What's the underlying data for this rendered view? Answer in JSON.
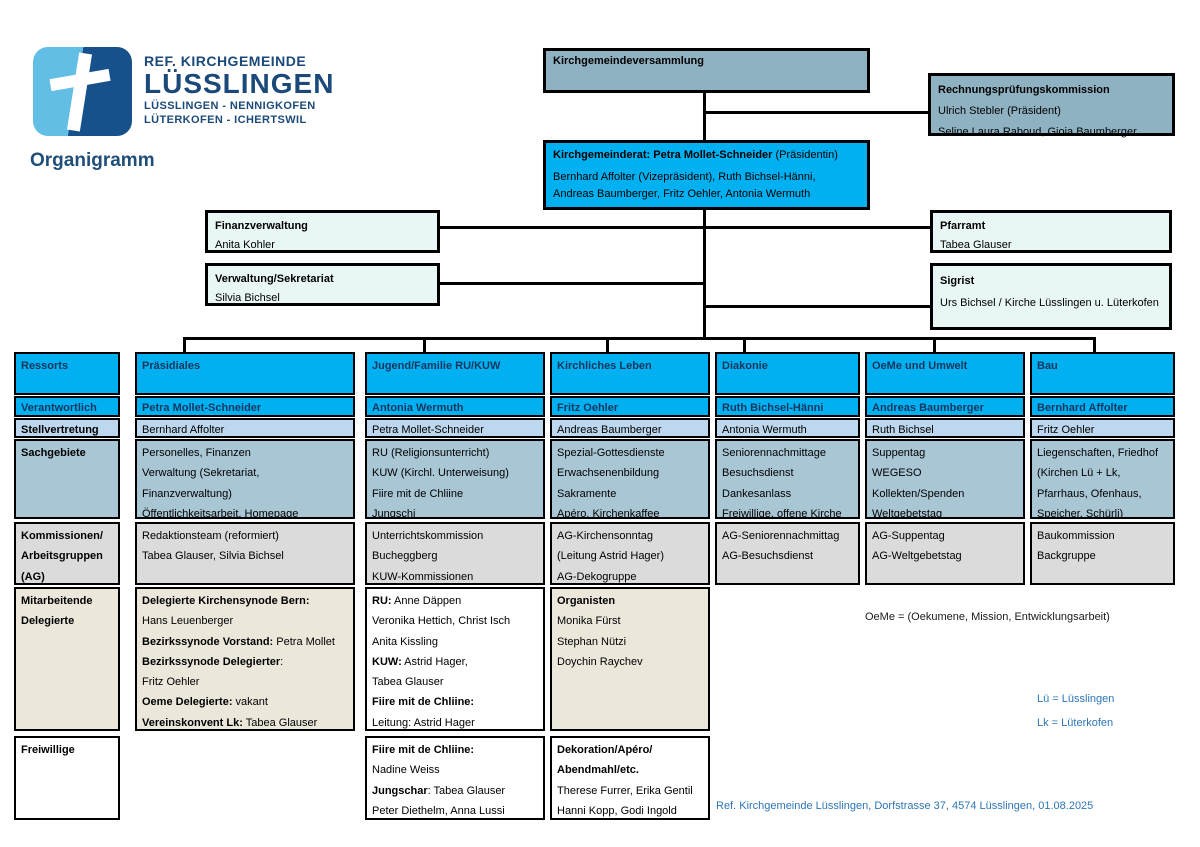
{
  "logo": {
    "line1": "REF. KIRCHGEMEINDE",
    "line2": "LÜSSLINGEN",
    "line3": "LÜSSLINGEN - NENNIGKOFEN",
    "line4": "LÜTERKOFEN - ICHERTSWIL"
  },
  "page_title": "Organigramm",
  "colors": {
    "accent_cyan": "#00B0F0",
    "light_blue": "#BDD7EE",
    "steel_blue": "#A9C6D5",
    "top_box_blue": "#8FB2C3",
    "pale_azure": "#E9F6F6",
    "gray": "#DBDBDB",
    "beige": "#EBE8DB",
    "navy_text": "#17365D",
    "blue_note": "#2E75B6"
  },
  "org": {
    "versammlung": {
      "title": "Kirchgemeindeversammlung"
    },
    "rechnung": {
      "title": "Rechnungsprüfungskommission",
      "line1": "Ulrich Stebler (Präsident)",
      "line2": "Seline Laura Raboud, Gioia Baumberger"
    },
    "rat": {
      "title_bold": "Kirchgemeinderat: Petra Mollet-Schneider",
      "title_rest": " (Präsidentin)",
      "line2": "Bernhard Affolter (Vizepräsident), Ruth Bichsel-Hänni,",
      "line3": "Andreas Baumberger, Fritz Oehler, Antonia Wermuth"
    },
    "finanz": {
      "title": "Finanzverwaltung",
      "person": "Anita Kohler"
    },
    "verwaltung": {
      "title": "Verwaltung/Sekretariat",
      "person": "Silvia Bichsel"
    },
    "pfarramt": {
      "title": "Pfarramt",
      "person": "Tabea Glauser"
    },
    "sigrist": {
      "title": "Sigrist",
      "person": "Urs Bichsel / Kirche Lüsslingen u. Lüterkofen"
    }
  },
  "table": {
    "columns": [
      {
        "id": "ressorts",
        "cells": {
          "head": {
            "bg": "cyan",
            "lines": [
              [
                {
                  "t": "Ressorts",
                  "b": true
                }
              ]
            ]
          },
          "verant": {
            "bg": "cyan",
            "lines": [
              [
                {
                  "t": "Verantwortlich",
                  "b": true
                }
              ]
            ]
          },
          "stell": {
            "bg": "lblue",
            "lines": [
              [
                {
                  "t": "Stellvertretung",
                  "b": true
                }
              ]
            ]
          },
          "sach": {
            "bg": "steel",
            "lines": [
              [
                {
                  "t": "Sachgebiete",
                  "b": true
                }
              ]
            ]
          },
          "komm": {
            "bg": "gray",
            "lines": [
              [
                {
                  "t": "Kommissionen/",
                  "b": true
                }
              ],
              [
                {
                  "t": "Arbeitsgruppen",
                  "b": true
                }
              ],
              [
                {
                  "t": "(AG)",
                  "b": true
                }
              ]
            ]
          },
          "mita": {
            "bg": "beige",
            "lines": [
              [
                {
                  "t": "Mitarbeitende",
                  "b": true
                }
              ],
              [
                {
                  "t": "Delegierte",
                  "b": true
                }
              ]
            ]
          },
          "frei": {
            "bg": "white",
            "lines": [
              [
                {
                  "t": "Freiwillige",
                  "b": true
                }
              ]
            ]
          }
        }
      },
      {
        "id": "praesidiales",
        "cells": {
          "head": {
            "bg": "cyan",
            "lines": [
              [
                {
                  "t": "Präsidiales",
                  "b": true
                }
              ]
            ]
          },
          "verant": {
            "bg": "cyan",
            "lines": [
              [
                {
                  "t": "Petra Mollet-Schneider",
                  "b": true
                }
              ]
            ]
          },
          "stell": {
            "bg": "lblue",
            "lines": [
              [
                {
                  "t": "Bernhard Affolter"
                }
              ]
            ]
          },
          "sach": {
            "bg": "steel",
            "lines": [
              [
                {
                  "t": "Personelles, Finanzen"
                }
              ],
              [
                {
                  "t": "Verwaltung (Sekretariat,"
                }
              ],
              [
                {
                  "t": "Finanzverwaltung)"
                }
              ],
              [
                {
                  "t": "Öffentlichkeitsarbeit, Homepage"
                }
              ]
            ]
          },
          "komm": {
            "bg": "gray",
            "lines": [
              [
                {
                  "t": "Redaktionsteam (reformiert)"
                }
              ],
              [
                {
                  "t": "Tabea Glauser, Silvia Bichsel"
                }
              ]
            ]
          },
          "mita": {
            "bg": "beige",
            "lines": [
              [
                {
                  "t": "Delegierte Kirchensynode Bern:",
                  "b": true
                }
              ],
              [
                {
                  "t": "Hans Leuenberger"
                }
              ],
              [
                {
                  "t": "Bezirkssynode Vorstand:",
                  "b": true
                },
                {
                  "t": " Petra Mollet"
                }
              ],
              [
                {
                  "t": "Bezirkssynode Delegierter",
                  "b": true
                },
                {
                  "t": ":"
                }
              ],
              [
                {
                  "t": "Fritz Oehler"
                }
              ],
              [
                {
                  "t": "Oeme Delegierte:",
                  "b": true
                },
                {
                  "t": " vakant"
                }
              ],
              [
                {
                  "t": "Vereinskonvent Lk:",
                  "b": true
                },
                {
                  "t": " Tabea Glauser"
                }
              ]
            ]
          }
        }
      },
      {
        "id": "jugend-familie",
        "cells": {
          "head": {
            "bg": "cyan",
            "lines": [
              [
                {
                  "t": "Jugend/Familie RU/KUW",
                  "b": true
                }
              ]
            ]
          },
          "verant": {
            "bg": "cyan",
            "lines": [
              [
                {
                  "t": "Antonia Wermuth",
                  "b": true
                }
              ]
            ]
          },
          "stell": {
            "bg": "lblue",
            "lines": [
              [
                {
                  "t": "Petra Mollet-Schneider"
                }
              ]
            ]
          },
          "sach": {
            "bg": "steel",
            "lines": [
              [
                {
                  "t": "RU (Religionsunterricht)"
                }
              ],
              [
                {
                  "t": "KUW (Kirchl. Unterweisung)"
                }
              ],
              [
                {
                  "t": "Fiire mit de Chliine"
                }
              ],
              [
                {
                  "t": "Jungschi"
                }
              ]
            ]
          },
          "komm": {
            "bg": "gray",
            "lines": [
              [
                {
                  "t": "Unterrichtskommission"
                }
              ],
              [
                {
                  "t": "Bucheggberg"
                }
              ],
              [
                {
                  "t": "KUW-Kommissionen"
                }
              ]
            ]
          },
          "mita": {
            "bg": "white",
            "lines": [
              [
                {
                  "t": "RU:",
                  "b": true
                },
                {
                  "t": " Anne Däppen"
                }
              ],
              [
                {
                  "t": "Veronika Hettich, Christ Isch"
                }
              ],
              [
                {
                  "t": "Anita Kissling"
                }
              ],
              [
                {
                  "t": "KUW:",
                  "b": true
                },
                {
                  "t": " Astrid Hager,"
                }
              ],
              [
                {
                  "t": "Tabea Glauser"
                }
              ],
              [
                {
                  "t": "Fiire mit de Chliine:",
                  "b": true
                }
              ],
              [
                {
                  "t": "Leitung: Astrid Hager"
                }
              ]
            ]
          },
          "frei": {
            "bg": "white",
            "lines": [
              [
                {
                  "t": "Fiire mit de Chliine:",
                  "b": true
                }
              ],
              [
                {
                  "t": "Nadine Weiss"
                }
              ],
              [
                {
                  "t": "Jungschar",
                  "b": true
                },
                {
                  "t": ": Tabea Glauser"
                }
              ],
              [
                {
                  "t": "Peter Diethelm, Anna Lussi"
                }
              ]
            ]
          }
        }
      },
      {
        "id": "kirchliches-leben",
        "cells": {
          "head": {
            "bg": "cyan",
            "lines": [
              [
                {
                  "t": "Kirchliches Leben",
                  "b": true
                }
              ]
            ]
          },
          "verant": {
            "bg": "cyan",
            "lines": [
              [
                {
                  "t": "Fritz Oehler",
                  "b": true
                }
              ]
            ]
          },
          "stell": {
            "bg": "lblue",
            "lines": [
              [
                {
                  "t": "Andreas Baumberger"
                }
              ]
            ]
          },
          "sach": {
            "bg": "steel",
            "lines": [
              [
                {
                  "t": "Spezial-Gottesdienste"
                }
              ],
              [
                {
                  "t": "Erwachsenenbildung"
                }
              ],
              [
                {
                  "t": "Sakramente"
                }
              ],
              [
                {
                  "t": "Apéro, Kirchenkaffee"
                }
              ]
            ]
          },
          "komm": {
            "bg": "gray",
            "lines": [
              [
                {
                  "t": "AG-Kirchensonntag"
                }
              ],
              [
                {
                  "t": "(Leitung Astrid Hager)"
                }
              ],
              [
                {
                  "t": "AG-Dekogruppe"
                }
              ]
            ]
          },
          "mita": {
            "bg": "beige",
            "lines": [
              [
                {
                  "t": "Organisten",
                  "b": true
                }
              ],
              [
                {
                  "t": "Monika Fürst"
                }
              ],
              [
                {
                  "t": "Stephan Nützi"
                }
              ],
              [
                {
                  "t": "Doychin Raychev"
                }
              ]
            ]
          },
          "frei": {
            "bg": "white",
            "lines": [
              [
                {
                  "t": "Dekoration/Apéro/",
                  "b": true
                }
              ],
              [
                {
                  "t": "Abendmahl/etc.",
                  "b": true
                }
              ],
              [
                {
                  "t": "Therese Furrer, Erika Gentil"
                }
              ],
              [
                {
                  "t": "Hanni Kopp, Godi Ingold"
                }
              ]
            ]
          }
        }
      },
      {
        "id": "diakonie",
        "cells": {
          "head": {
            "bg": "cyan",
            "lines": [
              [
                {
                  "t": "Diakonie",
                  "b": true
                }
              ]
            ]
          },
          "verant": {
            "bg": "cyan",
            "lines": [
              [
                {
                  "t": "Ruth Bichsel-Hänni",
                  "b": true
                }
              ]
            ]
          },
          "stell": {
            "bg": "lblue",
            "lines": [
              [
                {
                  "t": "Antonia Wermuth"
                }
              ]
            ]
          },
          "sach": {
            "bg": "steel",
            "lines": [
              [
                {
                  "t": "Seniorennachmittage"
                }
              ],
              [
                {
                  "t": "Besuchsdienst"
                }
              ],
              [
                {
                  "t": "Dankesanlass"
                }
              ],
              [
                {
                  "t": "Freiwillige, offene Kirche"
                }
              ]
            ]
          },
          "komm": {
            "bg": "gray",
            "lines": [
              [
                {
                  "t": "AG-Seniorennachmittag"
                }
              ],
              [
                {
                  "t": "AG-Besuchsdienst"
                }
              ]
            ]
          }
        }
      },
      {
        "id": "oeme-umwelt",
        "cells": {
          "head": {
            "bg": "cyan",
            "lines": [
              [
                {
                  "t": "OeMe und Umwelt",
                  "b": true
                }
              ]
            ]
          },
          "verant": {
            "bg": "cyan",
            "lines": [
              [
                {
                  "t": "Andreas Baumberger",
                  "b": true
                }
              ]
            ]
          },
          "stell": {
            "bg": "lblue",
            "lines": [
              [
                {
                  "t": "Ruth Bichsel"
                }
              ]
            ]
          },
          "sach": {
            "bg": "steel",
            "lines": [
              [
                {
                  "t": "Suppentag"
                }
              ],
              [
                {
                  "t": "WEGESO"
                }
              ],
              [
                {
                  "t": "Kollekten/Spenden"
                }
              ],
              [
                {
                  "t": "Weltgebetstag"
                }
              ]
            ]
          },
          "komm": {
            "bg": "gray",
            "lines": [
              [
                {
                  "t": "AG-Suppentag"
                }
              ],
              [
                {
                  "t": "AG-Weltgebetstag"
                }
              ]
            ]
          }
        }
      },
      {
        "id": "bau",
        "cells": {
          "head": {
            "bg": "cyan",
            "lines": [
              [
                {
                  "t": "Bau",
                  "b": true
                }
              ]
            ]
          },
          "verant": {
            "bg": "cyan",
            "lines": [
              [
                {
                  "t": "Bernhard Affolter",
                  "b": true
                }
              ]
            ]
          },
          "stell": {
            "bg": "lblue",
            "lines": [
              [
                {
                  "t": "Fritz Oehler"
                }
              ]
            ]
          },
          "sach": {
            "bg": "steel",
            "lines": [
              [
                {
                  "t": "Liegenschaften, Friedhof"
                }
              ],
              [
                {
                  "t": "(Kirchen Lü + Lk,"
                }
              ],
              [
                {
                  "t": "Pfarrhaus, Ofenhaus,"
                }
              ],
              [
                {
                  "t": "Speicher, Schürli)"
                }
              ]
            ]
          },
          "komm": {
            "bg": "gray",
            "lines": [
              [
                {
                  "t": "Baukommission"
                }
              ],
              [
                {
                  "t": "Backgruppe"
                }
              ]
            ]
          }
        }
      }
    ]
  },
  "notes": {
    "oeme": "OeMe = (Oekumene, Mission, Entwicklungsarbeit)",
    "lu": "Lü = Lüsslingen",
    "lk": "Lk = Lüterkofen",
    "footer": "Ref. Kirchgemeinde Lüsslingen, Dorfstrasse 37, 4574 Lüsslingen, 01.08.2025"
  }
}
